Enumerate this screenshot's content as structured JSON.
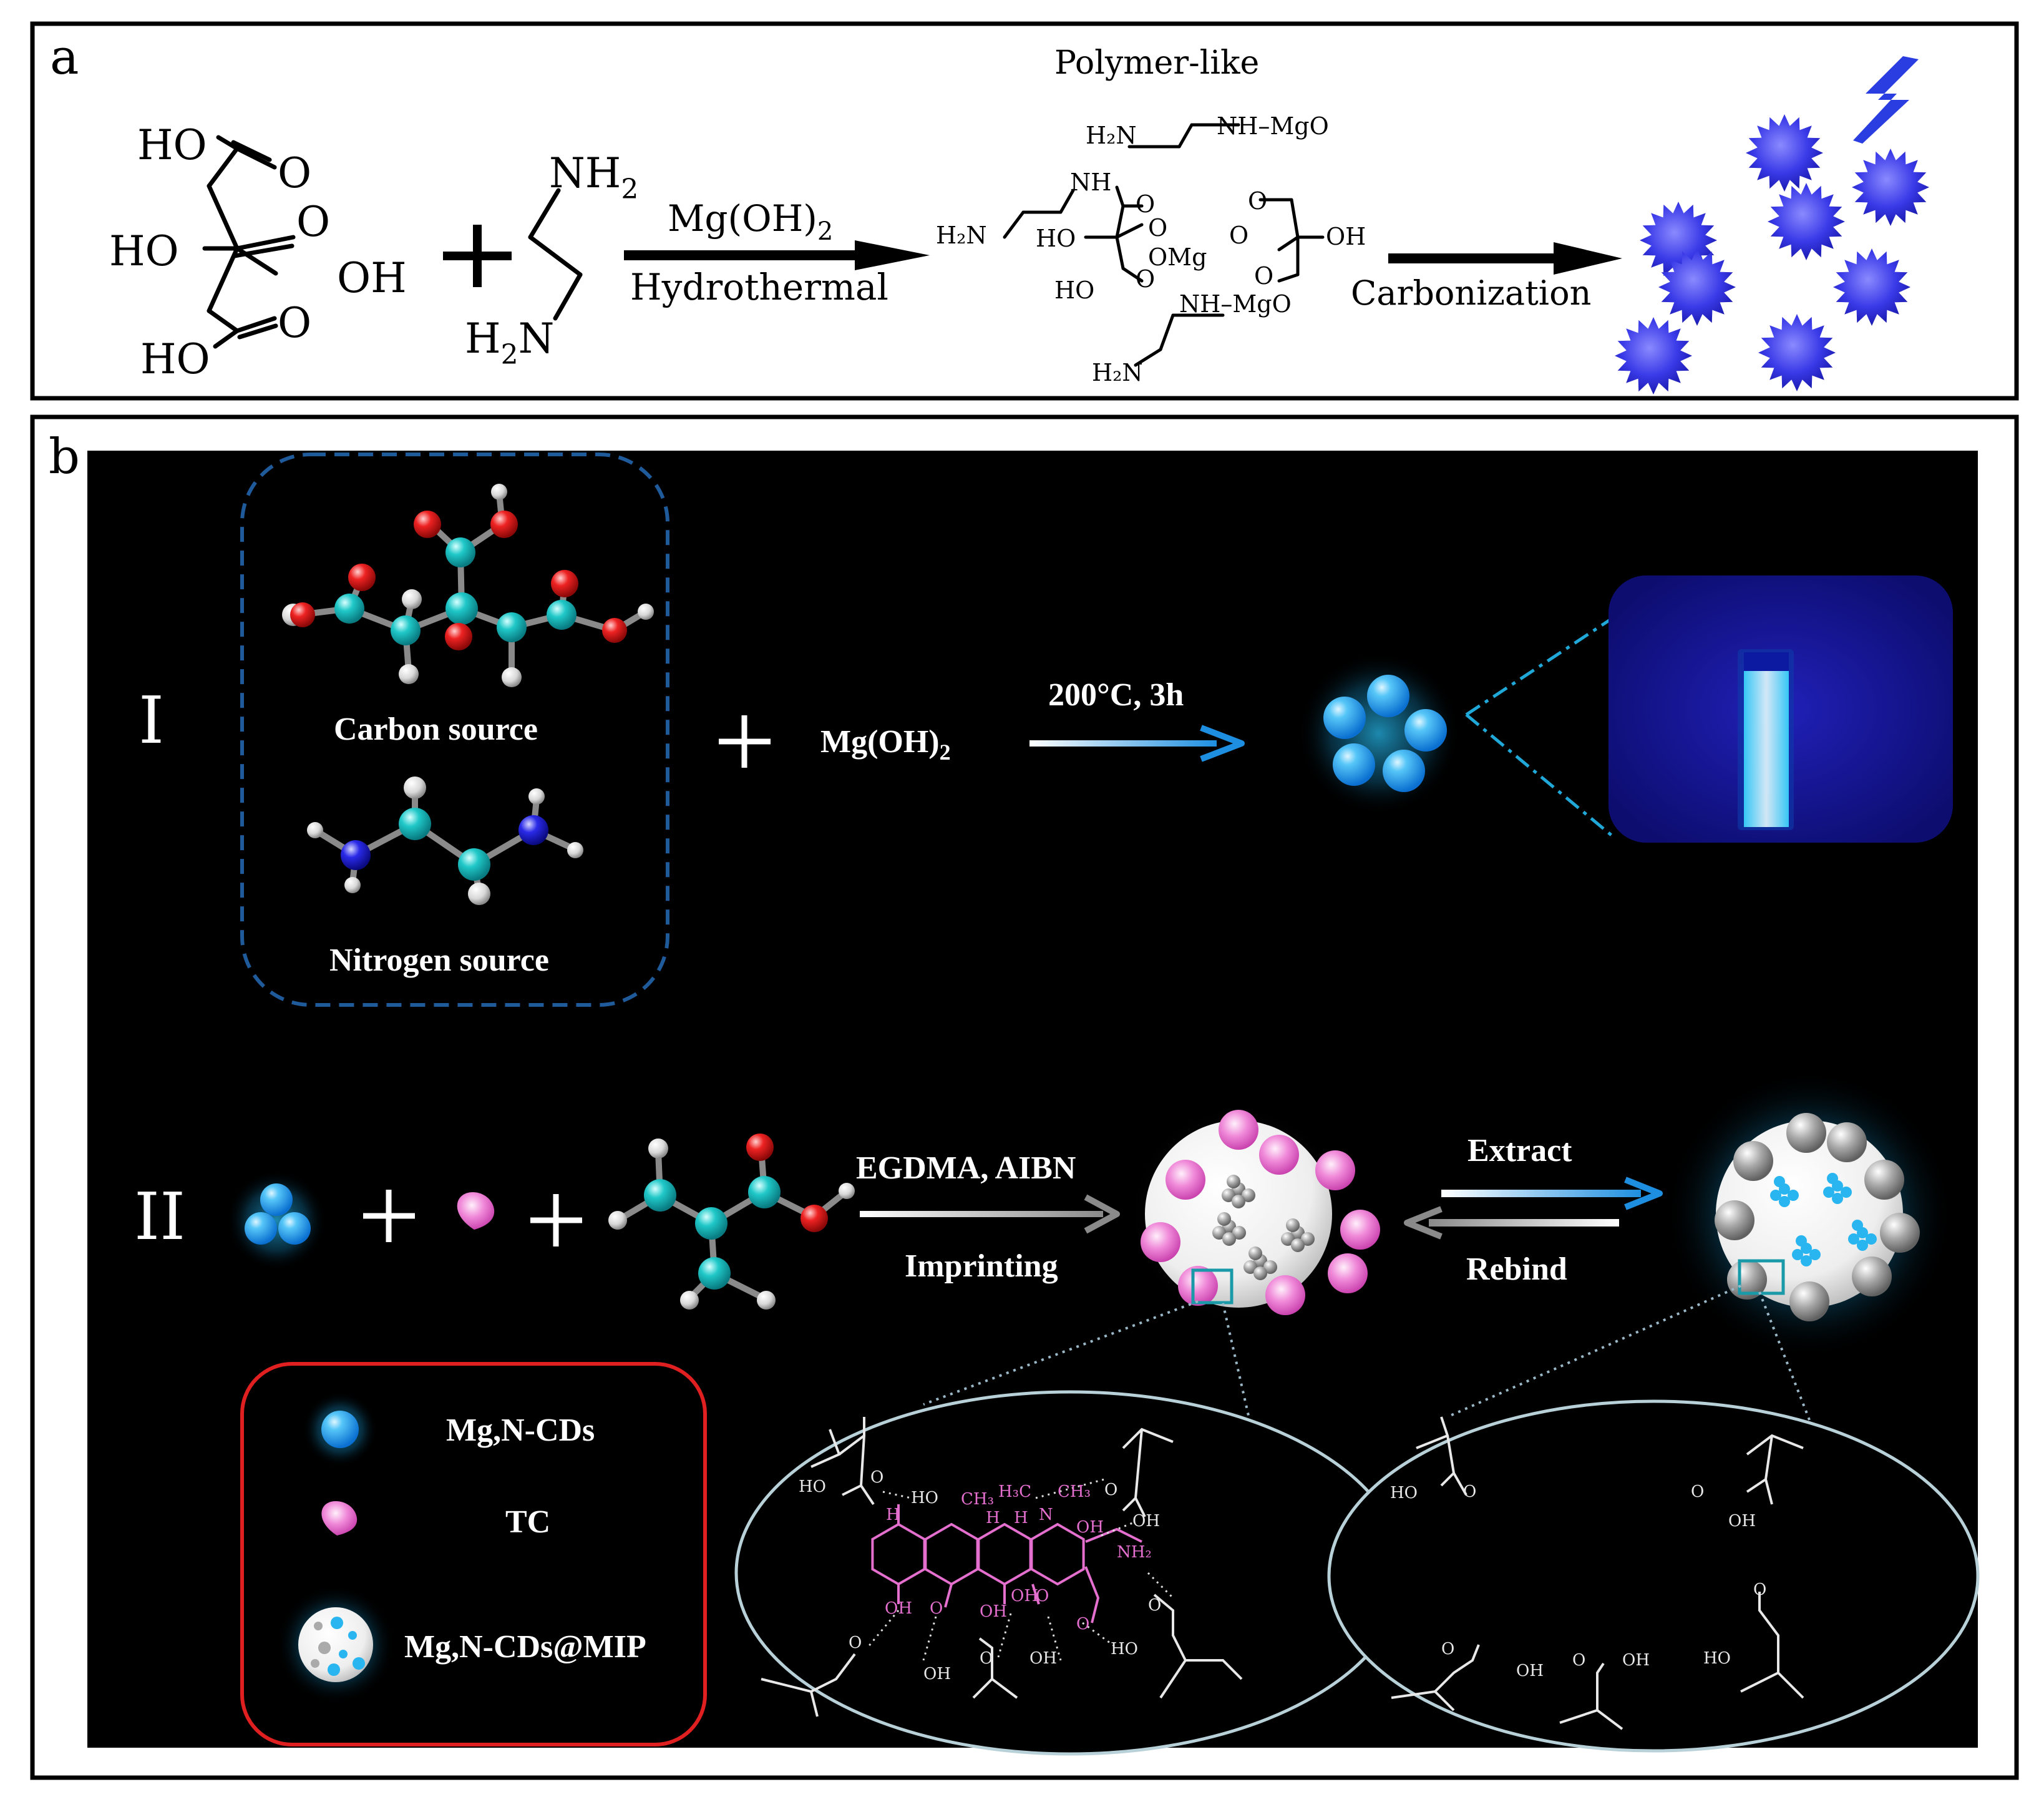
{
  "panel_a": {
    "letter": "a",
    "citric_acid": {
      "ho_top": "HO",
      "ho_mid": "HO",
      "ho_bottom": "HO",
      "o1": "O",
      "o2": "O",
      "o3": "O",
      "oh": "OH"
    },
    "ethylenediamine": {
      "nh2": "NH",
      "nh2_sub": "2",
      "h2n_h": "H",
      "h2n_sub": "2",
      "h2n_n": "N"
    },
    "arrow1_top": "Mg(OH)",
    "arrow1_top_sub": "2",
    "arrow1_bottom": "Hydrothermal",
    "polymer_label": "Polymer-like",
    "polymer_labels": [
      "H₂N",
      "NH–MgO",
      "H₂N",
      "NH",
      "O",
      "HO",
      "OMg",
      "O",
      "O",
      "O",
      "OH",
      "O",
      "HO",
      "O",
      "NH–MgO",
      "H₂N"
    ],
    "arrow2_label": "Carbonization"
  },
  "panel_b": {
    "letter": "b",
    "row1_numeral": "I",
    "row2_numeral": "II",
    "carbon_source": "Carbon source",
    "nitrogen_source": "Nitrogen source",
    "reagent": "Mg(OH)",
    "reagent_sub": "2",
    "condition": "200°C, 3h",
    "arrow_egdma": "EGDMA, AIBN",
    "arrow_imprinting": "Imprinting",
    "extract": "Extract",
    "rebind": "Rebind",
    "legend": {
      "cds": "Mg,N-CDs",
      "tc": "TC",
      "mip": "Mg,N-CDs@MIP"
    },
    "zoom_left_labels": [
      "HO",
      "O",
      "HO",
      "CH₃",
      "H₃C",
      "CH₃",
      "N",
      "O",
      "OH",
      "OH",
      "NH₂",
      "H",
      "H",
      "H",
      "OH",
      "O",
      "OH",
      "OH",
      "O",
      "O",
      "O",
      "OH",
      "O",
      "OH",
      "O",
      "HO"
    ],
    "zoom_right_labels": [
      "HO",
      "O",
      "O",
      "OH",
      "O",
      "HO",
      "O",
      "OH",
      "O",
      "OH"
    ]
  },
  "colors": {
    "tc_pink": "#e46fcf",
    "cd_blue": "#29a9ee",
    "arrow_blue": "#1e8fe0",
    "dash_blue": "#1f5a9a",
    "legend_red": "#e02020",
    "carbon": "#18c0c0",
    "oxygen": "#e21b1b",
    "nitrogen": "#2020d8"
  }
}
